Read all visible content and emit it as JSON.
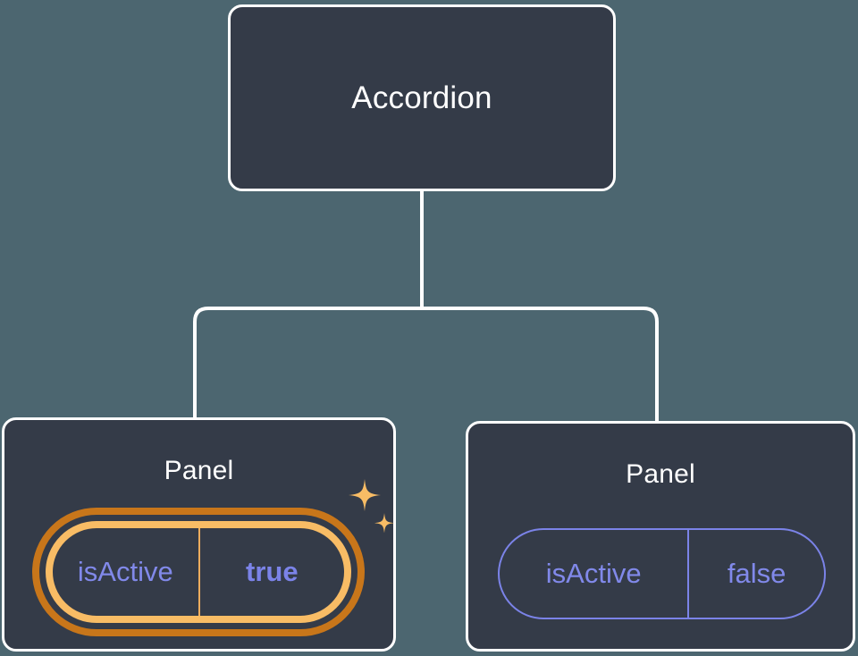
{
  "canvas": {
    "background_color": "#4c6670",
    "node_fill_color": "#343b48",
    "node_border_color": "#ffffff",
    "connector_color": "#ffffff"
  },
  "tree": {
    "root": {
      "label": "Accordion"
    },
    "children": [
      {
        "label": "Panel",
        "highlighted": true,
        "prop": {
          "key": "isActive",
          "value": "true",
          "key_color": "#8189ea",
          "value_color": "#7b83e8",
          "outer_ring_color": "#c8761a",
          "inner_ring_color": "#f8bc65",
          "divider_color": "#f0ad5e"
        },
        "sparkle_color": "#f8bc65"
      },
      {
        "label": "Panel",
        "highlighted": false,
        "prop": {
          "key": "isActive",
          "value": "false",
          "key_color": "#8189ea",
          "value_color": "#8189ea",
          "border_color": "#7b83e8",
          "divider_color": "#7b83e8"
        }
      }
    ]
  },
  "icons": {
    "sparkle_large": "sparkle-icon",
    "sparkle_small": "sparkle-icon"
  }
}
